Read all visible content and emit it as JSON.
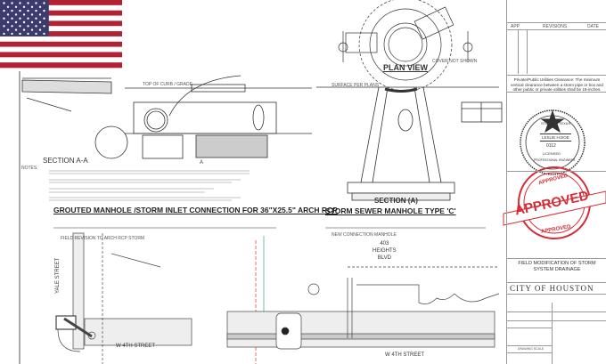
{
  "colors": {
    "flag_red": "#B22234",
    "flag_blue": "#3C3B6E",
    "stamp_red": "#D62C35",
    "line": "#333333"
  },
  "drawing": {
    "section_aa": "SECTION A-A",
    "title_left": "GROUTED MANHOLE /STORM INLET CONNECTION FOR 36\"X25.5\" ARCH RCP",
    "plan_view": "PLAN VIEW",
    "section_a": "SECTION (A)",
    "title_right": "STORM SEWER MANHOLE TYPE 'C'",
    "label_a": "A",
    "yale_street": "YALE STREET",
    "w4th_left": "W 4TH STREET",
    "w4th_right": "W 4TH STREET",
    "address": "403\nHEIGHTS\nBLVD",
    "top_of_grade": "TOP OF CURB / GRADE",
    "surface_per_plans": "SURFACE PER PLANS",
    "cover_not_shown": "COVER NOT SHOWN",
    "notes_label": "NOTES:",
    "revision_left": "FIELD REVISION TO ARCH RCP STORM",
    "new_connection": "NEW CONNECTION MANHOLE"
  },
  "title_block": {
    "app": "APP",
    "revisions": "REVISIONS",
    "date": "DATE",
    "clearance_note": "Private/Public Utilities Clearance: The minimum vertical clearance between a storm pipe or box and other public or private utilities shall be 18-inches.",
    "seal": {
      "state": "STATE OF TEXAS",
      "name": "LESLIE H.DOE",
      "number": "0112",
      "licensed": "LICENSED",
      "profession": "PROFESSIONAL ENGINEER"
    },
    "stamp": {
      "main": "APPROVED",
      "top": "APPROVED",
      "bottom": "APPROVED"
    },
    "sheet_title": "FIELD MODIFICATION OF STORM SYSTEM DRAINAGE",
    "city": "CITY OF HOUSTON",
    "drawing_scale": "DRAWING SCALE"
  }
}
